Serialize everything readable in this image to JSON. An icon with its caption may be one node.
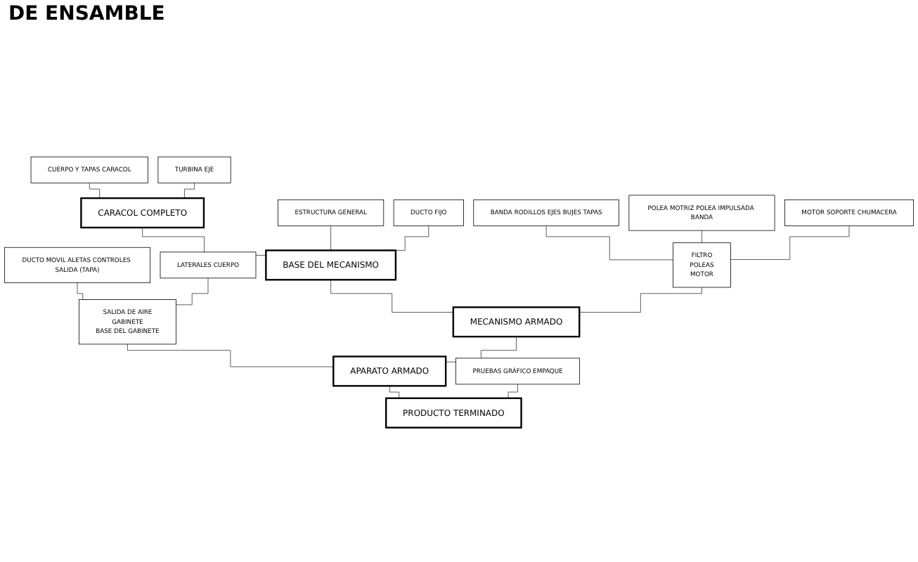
{
  "diagram": {
    "title": "DE ENSAMBLE",
    "nodes": [
      {
        "text": [
          "CUERPO Y TAPAS CARACOL"
        ]
      },
      {
        "text": [
          "TURBINA EJE"
        ]
      },
      {
        "text": [
          "CARACOL COMPLETO"
        ]
      },
      {
        "text": [
          "ESTRUCTURA GENERAL"
        ]
      },
      {
        "text": [
          "DUCTO FIJO"
        ]
      },
      {
        "text": [
          "BASE DEL MECANISMO"
        ]
      },
      {
        "text": [
          "BANDA RODILLOS EJES BUJES TAPAS"
        ]
      },
      {
        "text": [
          "POLEA MOTRIZ POLEA IMPULSADA BANDA"
        ]
      },
      {
        "text": [
          "MOTOR SOPORTE CHUMACERA"
        ]
      },
      {
        "text": [
          "FILTRO",
          "POLEAS",
          "MOTOR"
        ]
      },
      {
        "text": [
          "DUCTO MOVIL ALETAS CONTROLES SALIDA (TAPA)"
        ]
      },
      {
        "text": [
          "LATERALES CUERPO"
        ]
      },
      {
        "text": [
          "SALIDA DE AIRE",
          "GABINETE",
          "BASE DEL GABINETE"
        ]
      },
      {
        "text": [
          "MECANISMO ARMADO"
        ]
      },
      {
        "text": [
          "APARATO ARMADO"
        ]
      },
      {
        "text": [
          "PRUEBAS GRÁFICO EMPAQUE"
        ]
      },
      {
        "text": [
          "PRODUCTO TERMINADO"
        ]
      }
    ],
    "edges": [
      {
        "from": 0,
        "to": 2,
        "arrow": "none"
      },
      {
        "from": 1,
        "to": 2,
        "arrow": "none"
      },
      {
        "from": 2,
        "to": 5,
        "arrow": "none"
      },
      {
        "from": 3,
        "to": 5,
        "arrow": "none"
      },
      {
        "from": 4,
        "to": 5,
        "arrow": "none"
      },
      {
        "from": 6,
        "to": 9,
        "arrow": "none"
      },
      {
        "from": 7,
        "to": 9,
        "arrow": "none"
      },
      {
        "from": 8,
        "to": 9,
        "arrow": "none"
      },
      {
        "from": 5,
        "to": 13,
        "arrow": "none"
      },
      {
        "from": 9,
        "to": 13,
        "arrow": "none"
      },
      {
        "from": 10,
        "to": 12,
        "arrow": "none"
      },
      {
        "from": 11,
        "to": 12,
        "arrow": "none"
      },
      {
        "from": 12,
        "to": 14,
        "arrow": "none"
      },
      {
        "from": 13,
        "to": 14,
        "arrow": "none"
      },
      {
        "from": 14,
        "to": 16,
        "arrow": "none"
      },
      {
        "from": 15,
        "to": 16,
        "arrow": "none"
      }
    ]
  }
}
